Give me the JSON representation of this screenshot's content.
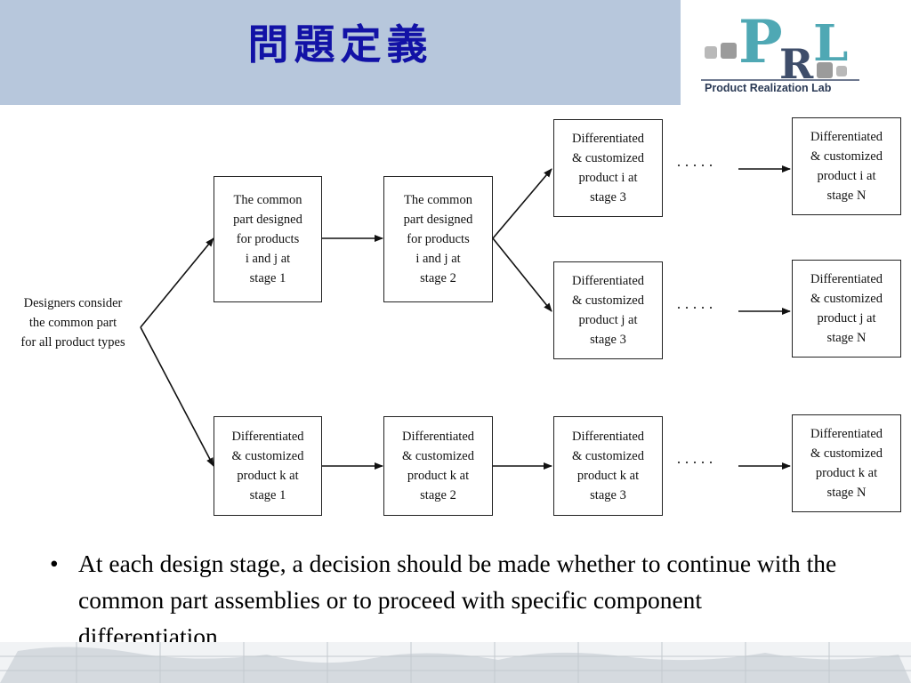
{
  "header": {
    "title": "問題定義",
    "logo": {
      "letters": "PRL",
      "caption": "Product Realization Lab"
    }
  },
  "diagram": {
    "root": "Designers  consider\nthe common  part\nfor all product  types",
    "common1": "The  common\npart  designed\nfor  products\ni  and  j  at\nstage 1",
    "common2": "The  common\npart  designed\nfor  products\ni  and  j  at\nstage 2",
    "i3": "Differentiated\n& customized\nproduct  i  at\nstage 3",
    "iN": "Differentiated\n& customized\nproduct  i  at\nstage  N",
    "j3": "Differentiated\n& customized\nproduct  j  at\nstage 3",
    "jN": "Differentiated\n& customized\nproduct  j  at\nstage  N",
    "k1": "Differentiated\n& customized\nproduct  k  at\nstage 1",
    "k2": "Differentiated\n& customized\nproduct  k  at\nstage 2",
    "k3": "Differentiated\n& customized\nproduct  k  at\nstage 3",
    "kN": "Differentiated\n& customized\nproduct  k  at\nstage  N",
    "ellipsis": "·····"
  },
  "bullet": {
    "mark": "•",
    "text": "At each design stage, a decision should be made whether to continue with the common part assemblies or to proceed with specific component differentiation"
  }
}
